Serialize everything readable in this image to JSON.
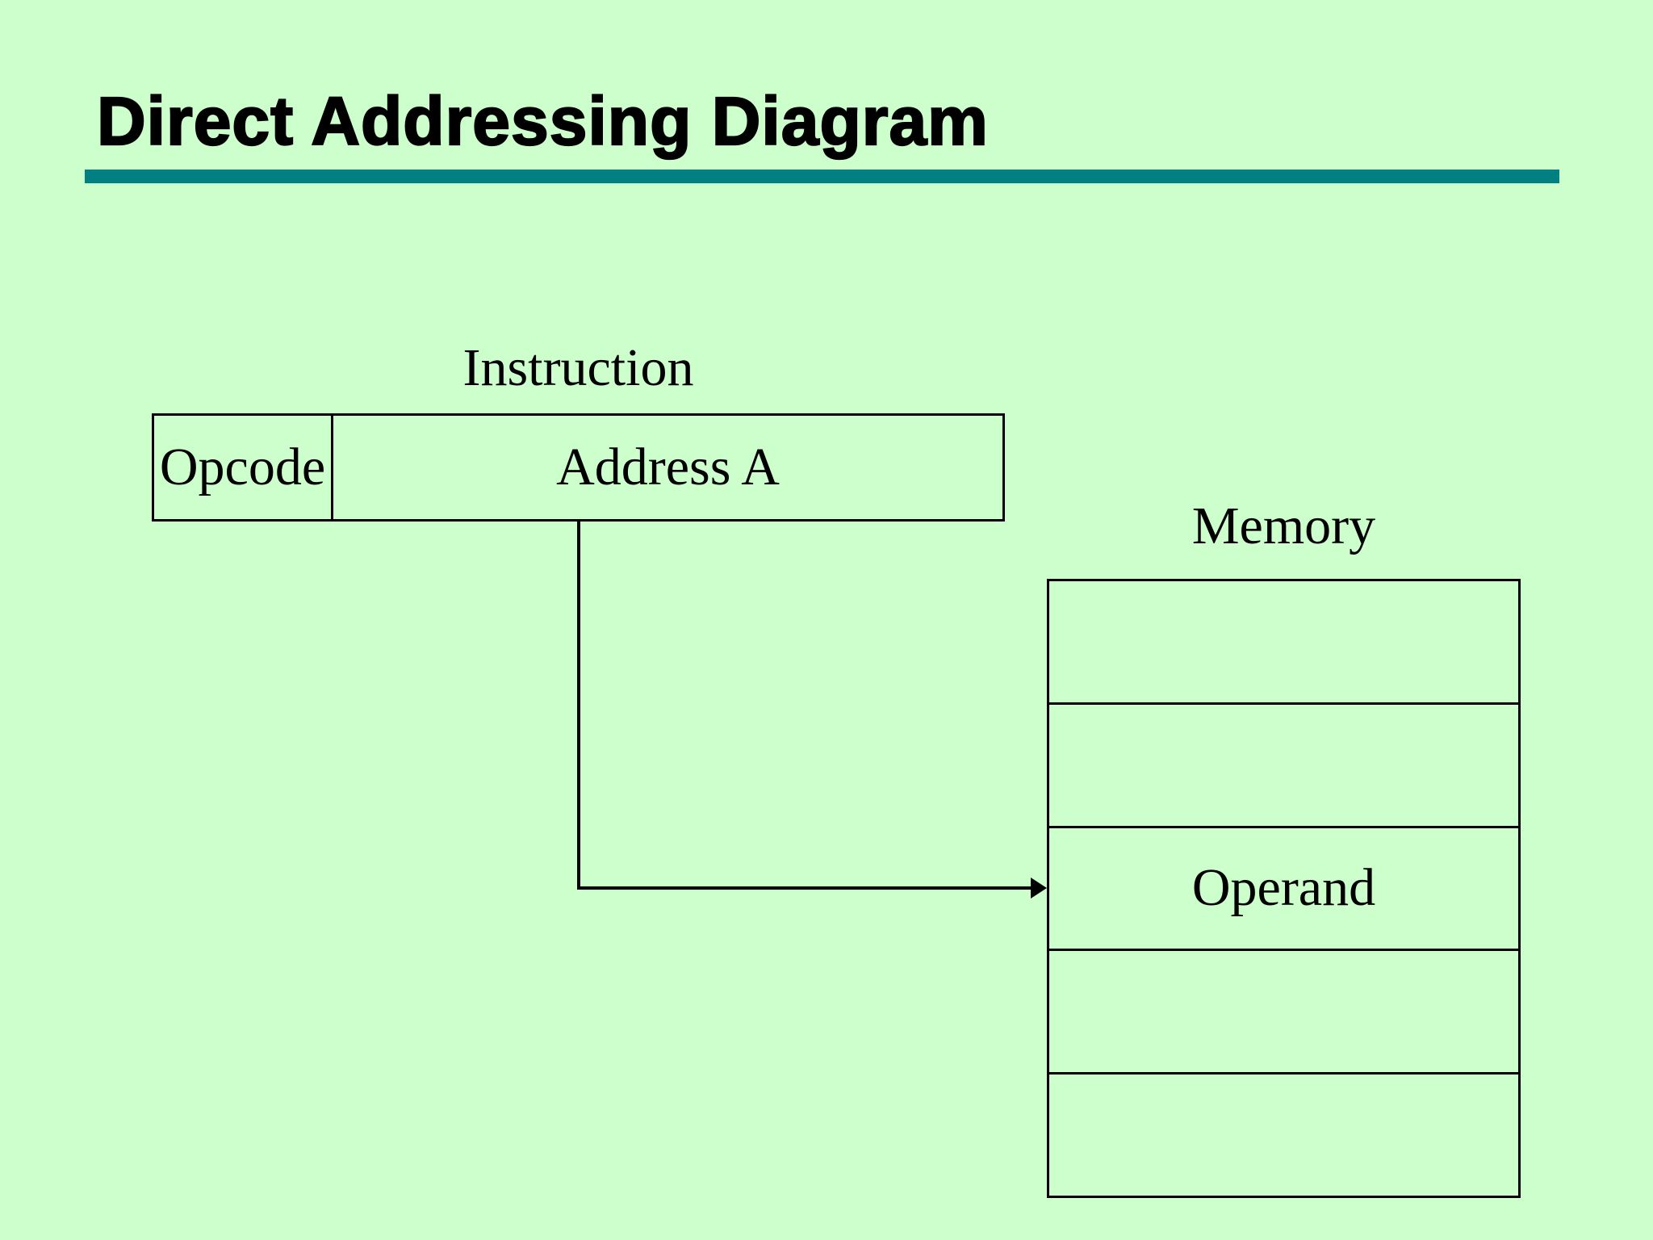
{
  "slide": {
    "title": "Direct Addressing Diagram",
    "instruction": {
      "caption": "Instruction",
      "fields": {
        "opcode": "Opcode",
        "address": "Address A"
      }
    },
    "memory": {
      "caption": "Memory",
      "rows": [
        "",
        "",
        "Operand",
        "",
        ""
      ]
    },
    "connector": {
      "from": "Address A",
      "to": "Operand",
      "style": "elbow-arrow"
    },
    "colors": {
      "background": "#ccffcc",
      "title_rule": "#008080",
      "line": "#000000",
      "text": "#000000"
    }
  }
}
